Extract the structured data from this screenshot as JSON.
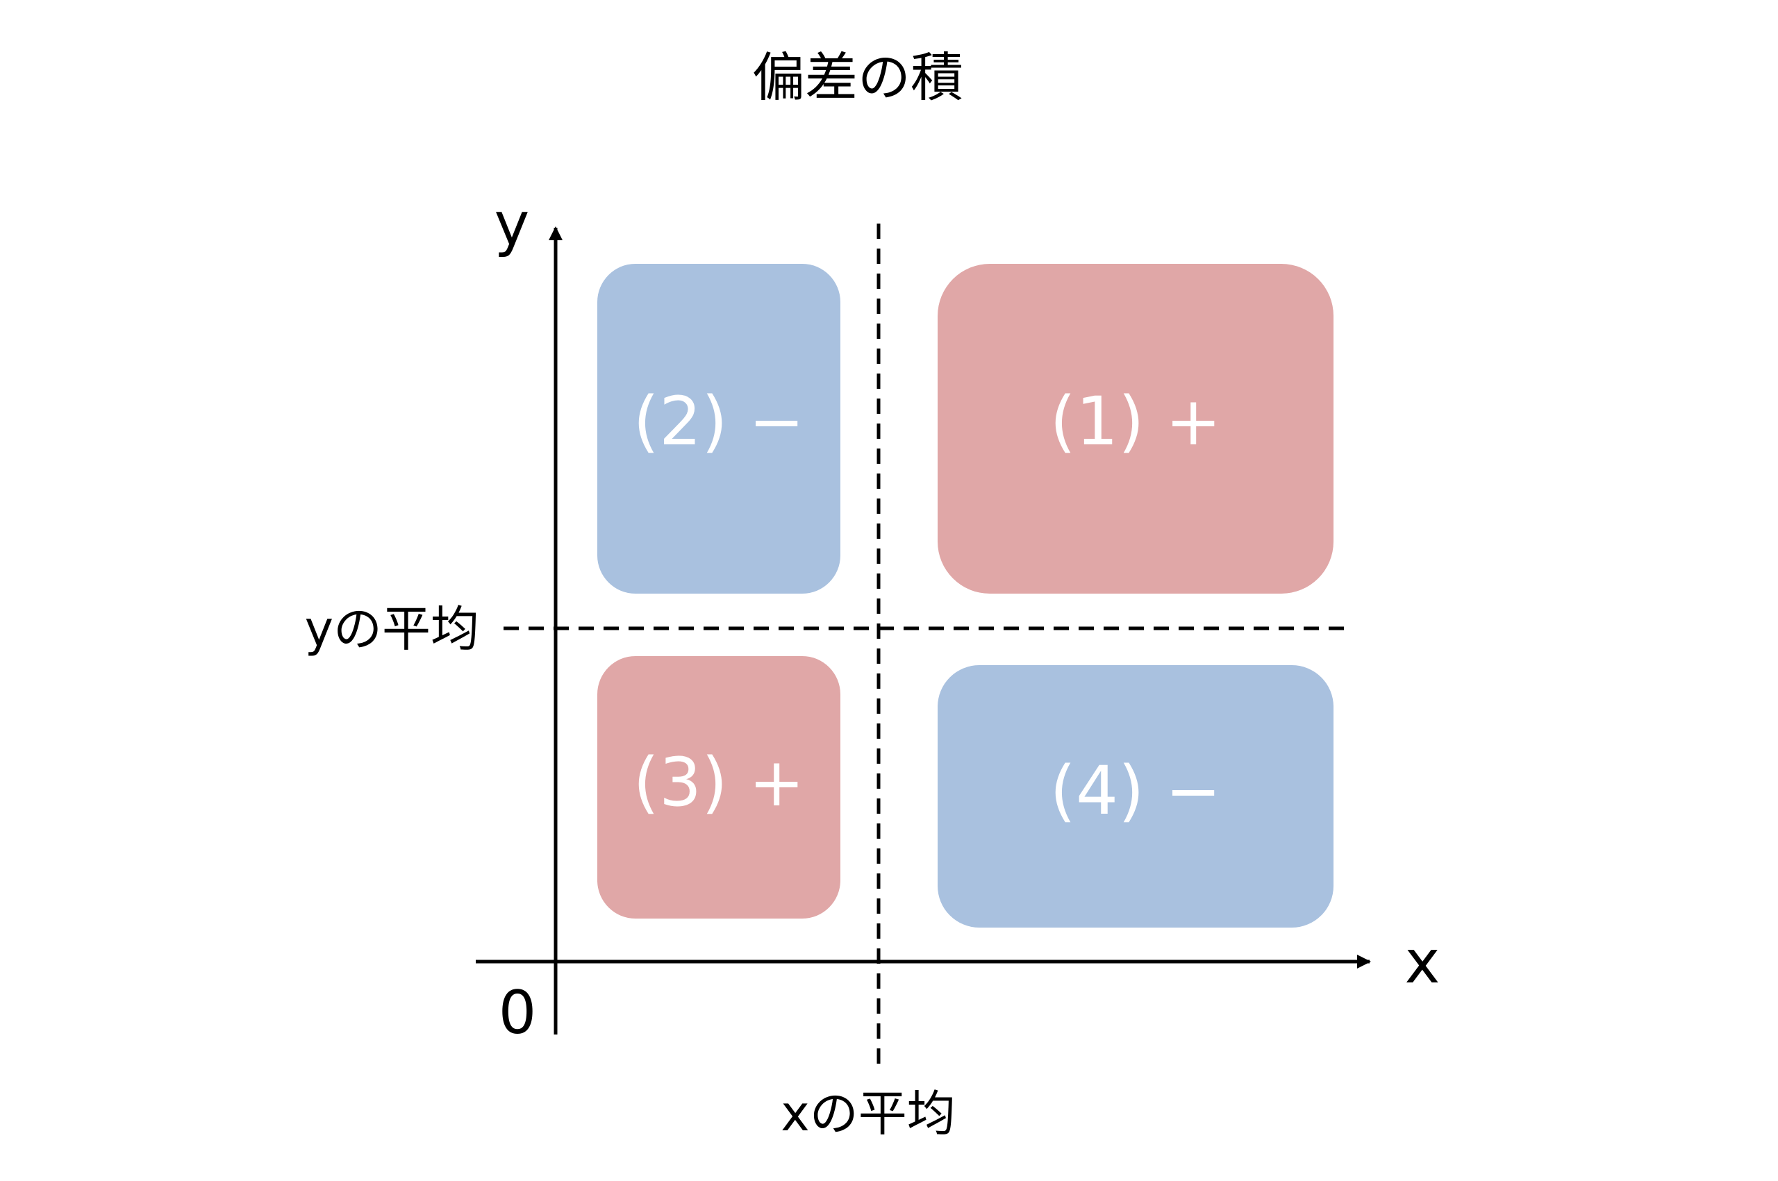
{
  "title": "偏差の積",
  "axes": {
    "x_label": "x",
    "y_label": "y",
    "origin_label": "0"
  },
  "mean_lines": {
    "x_mean_label": "xの平均",
    "y_mean_label": "yの平均"
  },
  "quadrants": [
    {
      "label": "(1) +",
      "sign": "+",
      "color": "#e0a7a7"
    },
    {
      "label": "(2) −",
      "sign": "−",
      "color": "#a9c1df"
    },
    {
      "label": "(3) +",
      "sign": "+",
      "color": "#e0a7a7"
    },
    {
      "label": "(4) −",
      "sign": "−",
      "color": "#a9c1df"
    }
  ],
  "colors": {
    "positive": "#e0a7a7",
    "negative": "#a9c1df",
    "axis": "#000000",
    "label_text": "#ffffff"
  }
}
